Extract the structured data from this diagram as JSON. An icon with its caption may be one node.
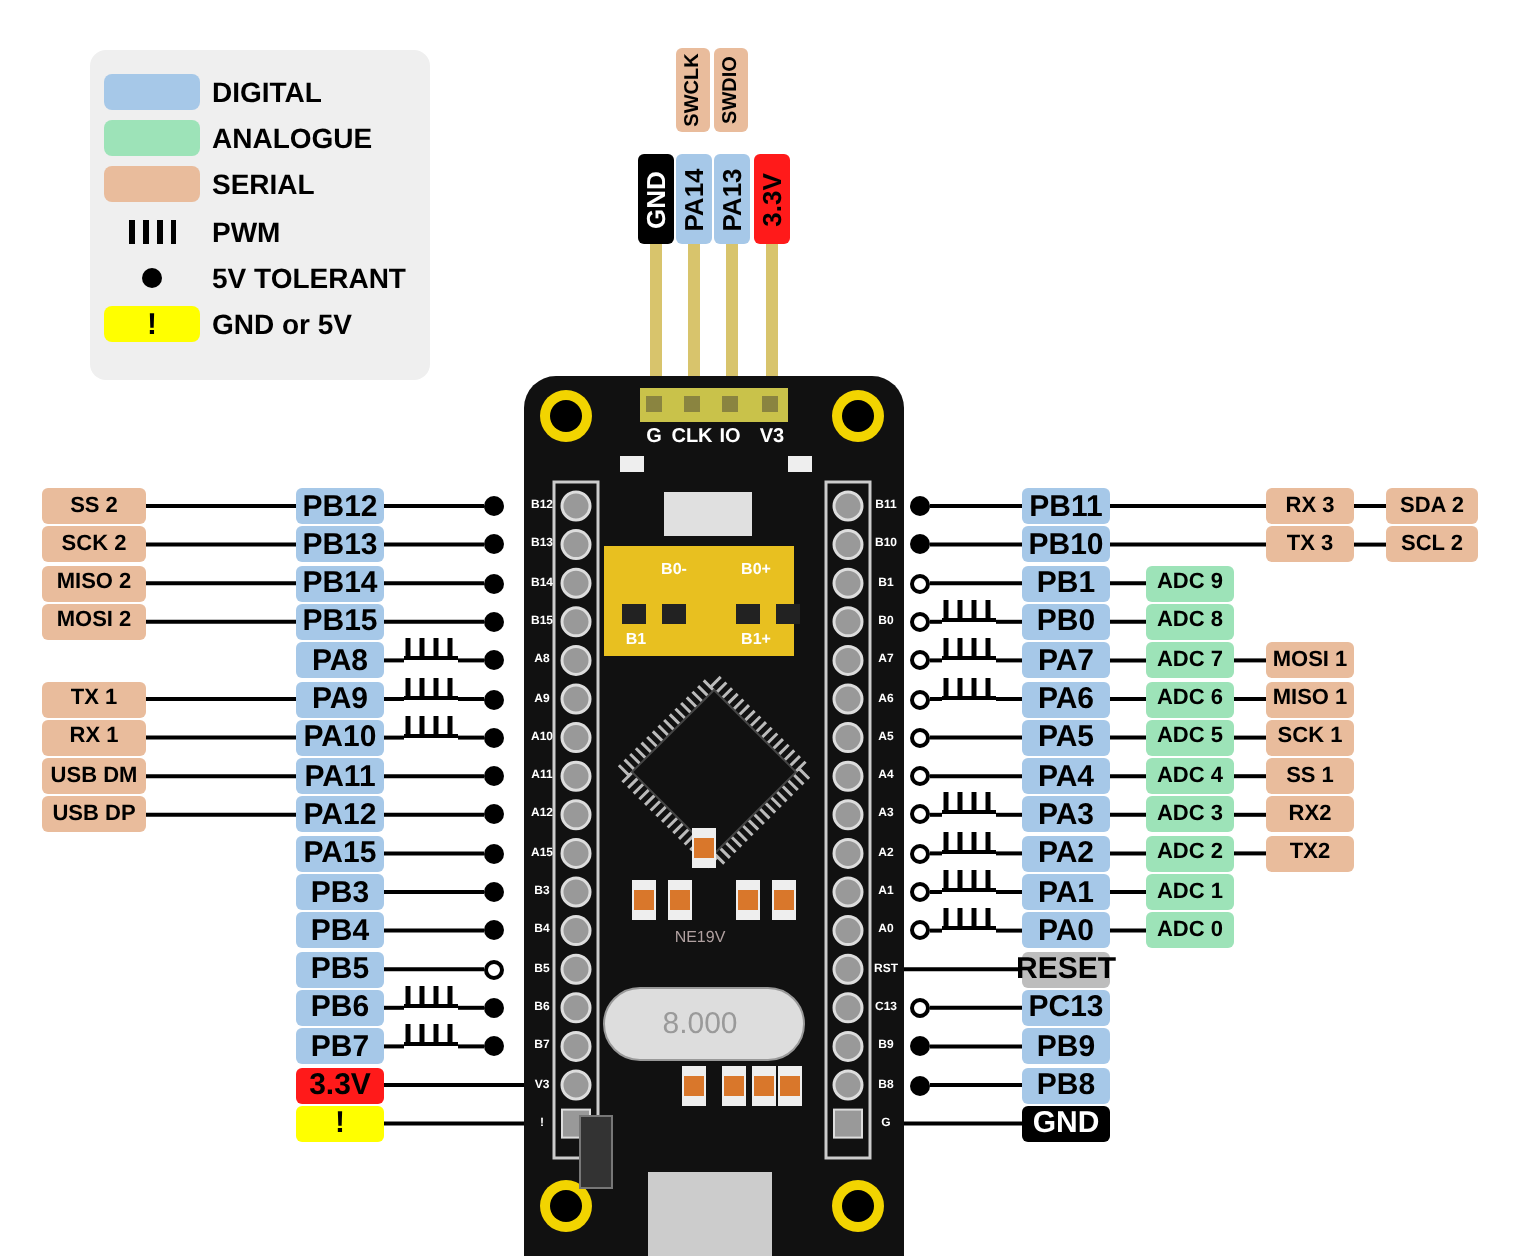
{
  "diagram": {
    "nodes": [
      {
        "text": [
          "SWCLK"
        ]
      },
      {
        "text": [
          "SWDIO"
        ]
      },
      {
        "text": [
          "GND"
        ]
      },
      {
        "text": [
          "PA14"
        ]
      },
      {
        "text": [
          "PA13"
        ]
      },
      {
        "text": [
          "3.3V"
        ]
      },
      {
        "text": [],
        "shape": "picture"
      },
      {
        "text": [
          "SS 2"
        ]
      },
      {
        "text": [
          "PB12"
        ]
      },
      {
        "text": [],
        "shape": "dot"
      },
      {
        "text": [
          "SCK 2"
        ]
      },
      {
        "text": [
          "PB13"
        ]
      },
      {
        "text": [],
        "shape": "dot"
      },
      {
        "text": [
          "MISO 2"
        ]
      },
      {
        "text": [
          "PB14"
        ]
      },
      {
        "text": [],
        "shape": "dot"
      },
      {
        "text": [
          "MOSI 2"
        ]
      },
      {
        "text": [
          "PB15"
        ]
      },
      {
        "text": [],
        "shape": "dot"
      },
      {
        "text": [
          "PA8"
        ]
      },
      {
        "text": [],
        "shape": "comb"
      },
      {
        "text": [],
        "shape": "dot"
      },
      {
        "text": [
          "TX 1"
        ]
      },
      {
        "text": [
          "PA9"
        ]
      },
      {
        "text": [],
        "shape": "comb"
      },
      {
        "text": [],
        "shape": "dot"
      },
      {
        "text": [
          "RX 1"
        ]
      },
      {
        "text": [
          "PA10"
        ]
      },
      {
        "text": [],
        "shape": "comb"
      },
      {
        "text": [],
        "shape": "dot"
      },
      {
        "text": [
          "USB DM"
        ]
      },
      {
        "text": [
          "PA11"
        ]
      },
      {
        "text": [],
        "shape": "dot"
      },
      {
        "text": [
          "USB DP"
        ]
      },
      {
        "text": [
          "PA12"
        ]
      },
      {
        "text": [],
        "shape": "dot"
      },
      {
        "text": [
          "PA15"
        ]
      },
      {
        "text": [],
        "shape": "dot"
      },
      {
        "text": [
          "PB3"
        ]
      },
      {
        "text": [],
        "shape": "dot"
      },
      {
        "text": [
          "PB4"
        ]
      },
      {
        "text": [],
        "shape": "dot"
      },
      {
        "text": [
          "PB5"
        ]
      },
      {
        "text": [],
        "shape": "circle"
      },
      {
        "text": [
          "PB6"
        ]
      },
      {
        "text": [],
        "shape": "comb"
      },
      {
        "text": [],
        "shape": "dot"
      },
      {
        "text": [
          "PB7"
        ]
      },
      {
        "text": [],
        "shape": "comb"
      },
      {
        "text": [],
        "shape": "dot"
      },
      {
        "text": [
          "3.3V"
        ]
      },
      {
        "text": [
          "!"
        ]
      },
      {
        "text": [],
        "shape": "dot"
      },
      {
        "text": [
          "PB11"
        ]
      },
      {
        "text": [
          "RX 3"
        ]
      },
      {
        "text": [
          "SDA 2"
        ]
      },
      {
        "text": [],
        "shape": "dot"
      },
      {
        "text": [
          "PB10"
        ]
      },
      {
        "text": [
          "TX 3"
        ]
      },
      {
        "text": [
          "SCL 2"
        ]
      },
      {
        "text": [],
        "shape": "circle"
      },
      {
        "text": [
          "PB1"
        ]
      },
      {
        "text": [
          "ADC 9"
        ]
      },
      {
        "text": [],
        "shape": "circle"
      },
      {
        "text": [],
        "shape": "comb"
      },
      {
        "text": [
          "PB0"
        ]
      },
      {
        "text": [
          "ADC 8"
        ]
      },
      {
        "text": [],
        "shape": "circle"
      },
      {
        "text": [],
        "shape": "comb"
      },
      {
        "text": [
          "PA7"
        ]
      },
      {
        "text": [
          "ADC 7"
        ]
      },
      {
        "text": [
          "MOSI 1"
        ]
      },
      {
        "text": [],
        "shape": "circle"
      },
      {
        "text": [],
        "shape": "comb"
      },
      {
        "text": [
          "PA6"
        ]
      },
      {
        "text": [
          "ADC 6"
        ]
      },
      {
        "text": [
          "MISO 1"
        ]
      },
      {
        "text": [],
        "shape": "circle"
      },
      {
        "text": [
          "PA5"
        ]
      },
      {
        "text": [
          "ADC 5"
        ]
      },
      {
        "text": [
          "SCK 1"
        ]
      },
      {
        "text": [],
        "shape": "circle"
      },
      {
        "text": [
          "PA4"
        ]
      },
      {
        "text": [
          "ADC 4"
        ]
      },
      {
        "text": [
          "SS 1"
        ]
      },
      {
        "text": [],
        "shape": "circle"
      },
      {
        "text": [],
        "shape": "comb"
      },
      {
        "text": [
          "PA3"
        ]
      },
      {
        "text": [
          "ADC 3"
        ]
      },
      {
        "text": [
          "RX2"
        ]
      },
      {
        "text": [],
        "shape": "circle"
      },
      {
        "text": [],
        "shape": "comb"
      },
      {
        "text": [
          "PA2"
        ]
      },
      {
        "text": [
          "ADC 2"
        ]
      },
      {
        "text": [
          "TX2"
        ]
      },
      {
        "text": [],
        "shape": "circle"
      },
      {
        "text": [],
        "shape": "comb"
      },
      {
        "text": [
          "PA1"
        ]
      },
      {
        "text": [
          "ADC 1"
        ]
      },
      {
        "text": [],
        "shape": "circle"
      },
      {
        "text": [],
        "shape": "comb"
      },
      {
        "text": [
          "PA0"
        ]
      },
      {
        "text": [
          "ADC 0"
        ]
      },
      {
        "text": [
          "RESET"
        ]
      },
      {
        "text": [],
        "shape": "circle"
      },
      {
        "text": [
          "PC13"
        ]
      },
      {
        "text": [],
        "shape": "dot"
      },
      {
        "text": [
          "PB9"
        ]
      },
      {
        "text": [],
        "shape": "dot"
      },
      {
        "text": [
          "PB8"
        ]
      },
      {
        "text": [
          "GND"
        ]
      }
    ],
    "edges": [
      {
        "from": 2,
        "to": 6,
        "arrow": "none",
        "style": "thick",
        "color": "#d8c46c"
      },
      {
        "from": 3,
        "to": 6,
        "arrow": "none",
        "style": "thick",
        "color": "#d8c46c"
      },
      {
        "from": 4,
        "to": 6,
        "arrow": "none",
        "style": "thick",
        "color": "#d8c46c"
      },
      {
        "from": 5,
        "to": 6,
        "arrow": "none",
        "style": "thick",
        "color": "#d8c46c"
      },
      {
        "from": 7,
        "to": 8,
        "arrow": "none"
      },
      {
        "from": 8,
        "to": 9,
        "arrow": "none"
      },
      {
        "from": 10,
        "to": 11,
        "arrow": "none"
      },
      {
        "from": 11,
        "to": 12,
        "arrow": "none"
      },
      {
        "from": 13,
        "to": 14,
        "arrow": "none"
      },
      {
        "from": 14,
        "to": 15,
        "arrow": "none"
      },
      {
        "from": 16,
        "to": 17,
        "arrow": "none"
      },
      {
        "from": 17,
        "to": 18,
        "arrow": "none"
      },
      {
        "from": 19,
        "to": 20,
        "arrow": "none"
      },
      {
        "from": 20,
        "to": 21,
        "arrow": "none"
      },
      {
        "from": 22,
        "to": 23,
        "arrow": "none"
      },
      {
        "from": 23,
        "to": 24,
        "arrow": "none"
      },
      {
        "from": 24,
        "to": 25,
        "arrow": "none"
      },
      {
        "from": 26,
        "to": 27,
        "arrow": "none"
      },
      {
        "from": 27,
        "to": 28,
        "arrow": "none"
      },
      {
        "from": 28,
        "to": 29,
        "arrow": "none"
      },
      {
        "from": 30,
        "to": 31,
        "arrow": "none"
      },
      {
        "from": 31,
        "to": 32,
        "arrow": "none"
      },
      {
        "from": 33,
        "to": 34,
        "arrow": "none"
      },
      {
        "from": 34,
        "to": 35,
        "arrow": "none"
      },
      {
        "from": 36,
        "to": 37,
        "arrow": "none"
      },
      {
        "from": 38,
        "to": 39,
        "arrow": "none"
      },
      {
        "from": 40,
        "to": 41,
        "arrow": "none"
      },
      {
        "from": 42,
        "to": 43,
        "arrow": "none"
      },
      {
        "from": 44,
        "to": 45,
        "arrow": "none"
      },
      {
        "from": 45,
        "to": 46,
        "arrow": "none"
      },
      {
        "from": 47,
        "to": 48,
        "arrow": "none"
      },
      {
        "from": 48,
        "to": 49,
        "arrow": "none"
      },
      {
        "from": 50,
        "to": 6,
        "arrow": "none"
      },
      {
        "from": 51,
        "to": 6,
        "arrow": "none"
      },
      {
        "from": 52,
        "to": 53,
        "arrow": "none"
      },
      {
        "from": 53,
        "to": 54,
        "arrow": "none"
      },
      {
        "from": 54,
        "to": 55,
        "arrow": "none"
      },
      {
        "from": 56,
        "to": 57,
        "arrow": "none"
      },
      {
        "from": 57,
        "to": 58,
        "arrow": "none"
      },
      {
        "from": 58,
        "to": 59,
        "arrow": "none"
      },
      {
        "from": 60,
        "to": 61,
        "arrow": "none"
      },
      {
        "from": 61,
        "to": 62,
        "arrow": "none"
      },
      {
        "from": 63,
        "to": 64,
        "arrow": "none"
      },
      {
        "from": 64,
        "to": 65,
        "arrow": "none"
      },
      {
        "from": 65,
        "to": 66,
        "arrow": "none"
      },
      {
        "from": 67,
        "to": 68,
        "arrow": "none"
      },
      {
        "from": 68,
        "to": 69,
        "arrow": "none"
      },
      {
        "from": 69,
        "to": 70,
        "arrow": "none"
      },
      {
        "from": 70,
        "to": 71,
        "arrow": "none"
      },
      {
        "from": 72,
        "to": 73,
        "arrow": "none"
      },
      {
        "from": 73,
        "to": 74,
        "arrow": "none"
      },
      {
        "from": 74,
        "to": 75,
        "arrow": "none"
      },
      {
        "from": 75,
        "to": 76,
        "arrow": "none"
      },
      {
        "from": 77,
        "to": 78,
        "arrow": "none"
      },
      {
        "from": 78,
        "to": 79,
        "arrow": "none"
      },
      {
        "from": 79,
        "to": 80,
        "arrow": "none"
      },
      {
        "from": 81,
        "to": 82,
        "arrow": "none"
      },
      {
        "from": 82,
        "to": 83,
        "arrow": "none"
      },
      {
        "from": 83,
        "to": 84,
        "arrow": "none"
      },
      {
        "from": 85,
        "to": 86,
        "arrow": "none"
      },
      {
        "from": 86,
        "to": 87,
        "arrow": "none"
      },
      {
        "from": 87,
        "to": 88,
        "arrow": "none"
      },
      {
        "from": 88,
        "to": 89,
        "arrow": "none"
      },
      {
        "from": 90,
        "to": 91,
        "arrow": "none"
      },
      {
        "from": 91,
        "to": 92,
        "arrow": "none"
      },
      {
        "from": 92,
        "to": 93,
        "arrow": "none"
      },
      {
        "from": 93,
        "to": 94,
        "arrow": "none"
      },
      {
        "from": 95,
        "to": 96,
        "arrow": "none"
      },
      {
        "from": 96,
        "to": 97,
        "arrow": "none"
      },
      {
        "from": 97,
        "to": 98,
        "arrow": "none"
      },
      {
        "from": 99,
        "to": 100,
        "arrow": "none"
      },
      {
        "from": 100,
        "to": 101,
        "arrow": "none"
      },
      {
        "from": 101,
        "to": 102,
        "arrow": "none"
      },
      {
        "from": 6,
        "to": 103,
        "arrow": "none"
      },
      {
        "from": 104,
        "to": 105,
        "arrow": "none"
      },
      {
        "from": 106,
        "to": 107,
        "arrow": "none"
      },
      {
        "from": 108,
        "to": 109,
        "arrow": "none"
      },
      {
        "from": 6,
        "to": 110,
        "arrow": "none"
      }
    ],
    "labels": [
      "!",
      "G",
      "CLK",
      "IO",
      "V3",
      "B0-",
      "B0+",
      "B1",
      "B1+",
      "B12",
      "B13",
      "B14",
      "B15",
      "A8",
      "A9",
      "A10",
      "A11",
      "A12",
      "A15",
      "B3",
      "B4",
      "B5",
      "B6",
      "B7",
      "V3",
      "!",
      "B11",
      "B10",
      "B1",
      "B0",
      "A7",
      "A6",
      "A5",
      "A4",
      "A3",
      "A2",
      "A1",
      "A0",
      "RST",
      "C13",
      "B9",
      "B8",
      "G",
      "NE19V",
      "8.000"
    ],
    "legend": [
      {
        "text": "DIGITAL",
        "color": "#a6c8e8"
      },
      {
        "text": "ANALOGUE",
        "color": "#9de3b8"
      },
      {
        "text": "SERIAL",
        "color": "#e9bc9c"
      },
      {
        "text": "PWM"
      },
      {
        "text": "5V TOLERANT"
      },
      {
        "text": "GND or 5V",
        "color": "#ffff00"
      }
    ]
  }
}
